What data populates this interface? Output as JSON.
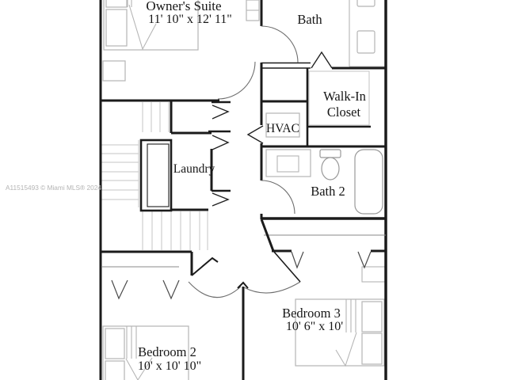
{
  "watermark": "A11515493 © Miami MLS® 2024",
  "rooms": {
    "owners_suite": {
      "name": "Owner's Suite",
      "dims": "11' 10\" x 12' 11\""
    },
    "bath": {
      "name": "Bath"
    },
    "walk_in_closet": {
      "line1": "Walk-In",
      "line2": "Closet"
    },
    "hvac": {
      "name": "HVAC"
    },
    "laundry": {
      "name": "Laundry"
    },
    "bath_2": {
      "name": "Bath 2"
    },
    "bedroom_2": {
      "name": "Bedroom 2",
      "dims": "10' x 10' 10\""
    },
    "bedroom_3": {
      "name": "Bedroom 3",
      "dims": "10' 6\" x 10'"
    }
  },
  "colors": {
    "background": "#ffffff",
    "walls": "#1b1b1b",
    "furniture_outline": "#b5b5b5",
    "stair_treads": "#c6c6c6",
    "door_arc": "#6e6e6e",
    "watermark": "#b4b4b4"
  }
}
